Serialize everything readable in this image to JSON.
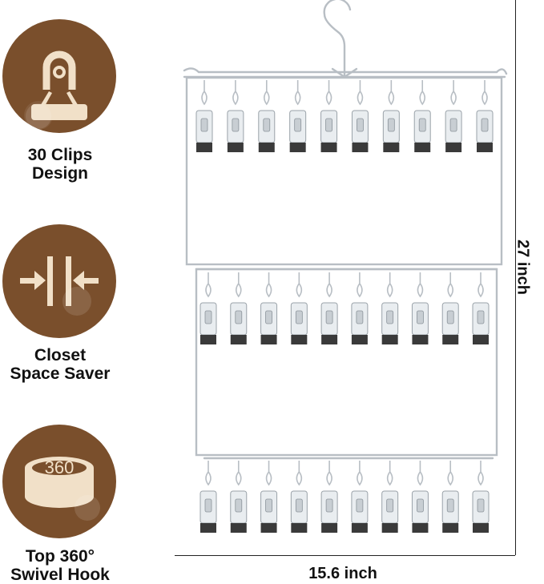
{
  "features": [
    {
      "icon": "binder-clip-icon",
      "line1": "30 Clips",
      "line2": "Design"
    },
    {
      "icon": "compress-arrows-icon",
      "line1": "Closet",
      "line2": "Space Saver"
    },
    {
      "icon": "rotation-360-icon",
      "line1": "Top 360°",
      "line2": "Swivel Hook",
      "badge": "360"
    }
  ],
  "dimensions": {
    "height": "27 inch",
    "width": "15.6 inch"
  },
  "colors": {
    "badge_brown": "#7a4f2c",
    "icon_cream": "#f1e0c8",
    "metal": "#b8bec4"
  }
}
